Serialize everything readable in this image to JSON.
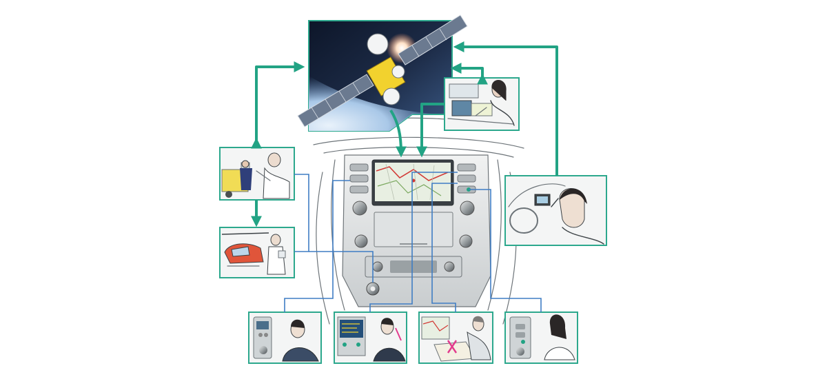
{
  "colors": {
    "data_link": "#22a384",
    "wire_link": "#3f7dc4",
    "panel_border": "#2ca88d",
    "space_dark": "#101a2e",
    "earth_blue": "#9cc0e4",
    "solar_panel": "#5f6f86",
    "satellite_gold": "#f2d22e",
    "screen_map": "#e8efe2",
    "route_red": "#d23a36",
    "cancel_mark": "#e23b8d"
  },
  "nodes": [
    {
      "id": "satellite",
      "icon": "satellite-icon"
    },
    {
      "id": "call-center",
      "icon": "operator-headset-icon"
    },
    {
      "id": "roadside-assistance",
      "icon": "tow-truck-icon"
    },
    {
      "id": "air-rescue",
      "icon": "helicopter-icon"
    },
    {
      "id": "dashboard-console",
      "icon": "navigation-head-unit-icon"
    },
    {
      "id": "driver-eye-check",
      "icon": "driver-glance-icon"
    },
    {
      "id": "hands-free-call",
      "icon": "driver-on-phone-icon"
    },
    {
      "id": "phone-display",
      "icon": "phone-display-icon"
    },
    {
      "id": "map-planning",
      "icon": "map-route-icon"
    },
    {
      "id": "passenger-service",
      "icon": "passenger-icon"
    }
  ]
}
